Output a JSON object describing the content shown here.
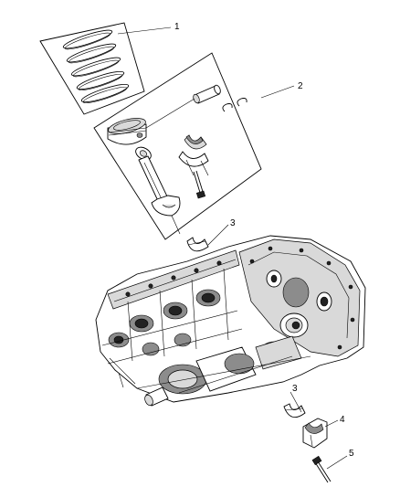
{
  "diagram": {
    "callouts": [
      {
        "id": "c1",
        "label": "1"
      },
      {
        "id": "c2",
        "label": "2"
      },
      {
        "id": "c3a",
        "label": "3"
      },
      {
        "id": "c3b",
        "label": "3"
      },
      {
        "id": "c4",
        "label": "4"
      },
      {
        "id": "c5",
        "label": "5"
      }
    ]
  }
}
